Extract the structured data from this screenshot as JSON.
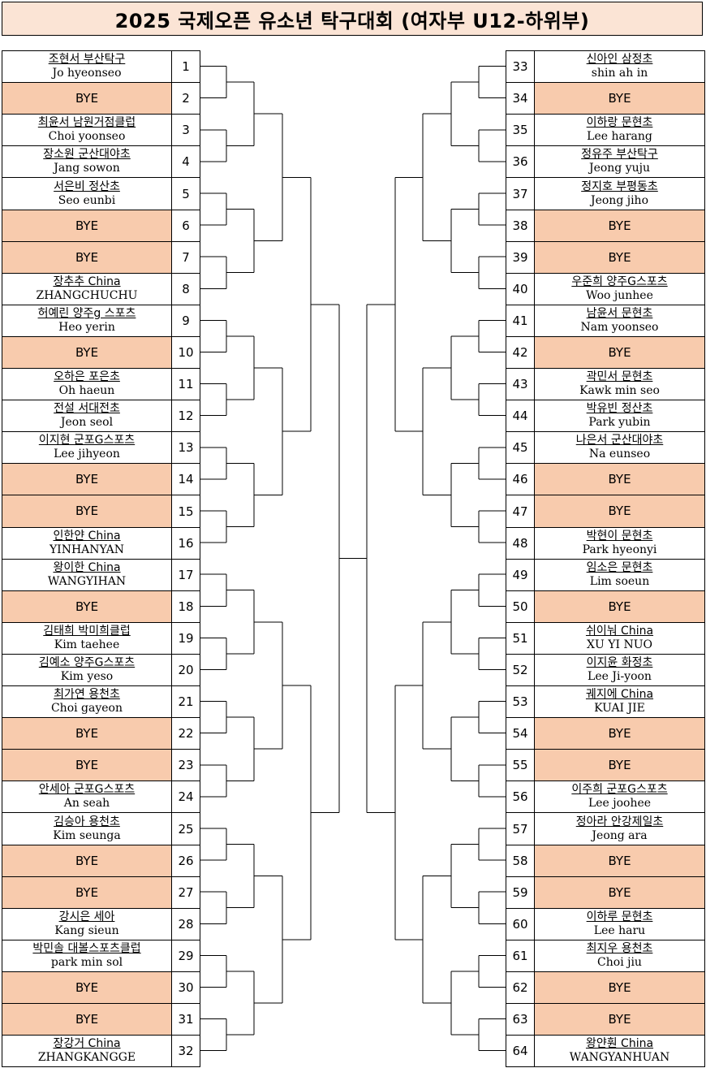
{
  "title": "2025 국제오픈 유소년 탁구대회 (여자부 U12-하위부)",
  "left_entries": [
    {
      "num": "1",
      "bye": false,
      "kr": "조현서 부산탁구",
      "en": "Jo hyeonseo"
    },
    {
      "num": "2",
      "bye": true,
      "label": "BYE"
    },
    {
      "num": "3",
      "bye": false,
      "kr": "최윤서  남원거점클럽",
      "en": "Choi yoonseo"
    },
    {
      "num": "4",
      "bye": false,
      "kr": "장소원  군산대야초",
      "en": "Jang sowon"
    },
    {
      "num": "5",
      "bye": false,
      "kr": "서은비 정산초",
      "en": "Seo eunbi"
    },
    {
      "num": "6",
      "bye": true,
      "label": "BYE"
    },
    {
      "num": "7",
      "bye": true,
      "label": "BYE"
    },
    {
      "num": "8",
      "bye": false,
      "kr": "장추추  China",
      "en": "ZHANGCHUCHU"
    },
    {
      "num": "9",
      "bye": false,
      "kr": "허예린 양주g 스포츠",
      "en": "Heo yerin"
    },
    {
      "num": "10",
      "bye": true,
      "label": "BYE"
    },
    {
      "num": "11",
      "bye": false,
      "kr": "오하은  포은초",
      "en": "Oh haeun"
    },
    {
      "num": "12",
      "bye": false,
      "kr": "전설  서대전초",
      "en": "Jeon seol"
    },
    {
      "num": "13",
      "bye": false,
      "kr": "이지현 군포G스포츠",
      "en": "Lee jihyeon"
    },
    {
      "num": "14",
      "bye": true,
      "label": "BYE"
    },
    {
      "num": "15",
      "bye": true,
      "label": "BYE"
    },
    {
      "num": "16",
      "bye": false,
      "kr": "인한얀 China",
      "en": "YINHANYAN"
    },
    {
      "num": "17",
      "bye": false,
      "kr": "왕이한 China",
      "en": "WANGYIHAN"
    },
    {
      "num": "18",
      "bye": true,
      "label": "BYE"
    },
    {
      "num": "19",
      "bye": false,
      "kr": "김태희 박미희클럽",
      "en": "Kim taehee"
    },
    {
      "num": "20",
      "bye": false,
      "kr": "김예소  양주G스포츠",
      "en": "Kim yeso"
    },
    {
      "num": "21",
      "bye": false,
      "kr": "최가연 용천초",
      "en": "Choi gayeon"
    },
    {
      "num": "22",
      "bye": true,
      "label": "BYE"
    },
    {
      "num": "23",
      "bye": true,
      "label": "BYE"
    },
    {
      "num": "24",
      "bye": false,
      "kr": "안세아  군포G스포츠",
      "en": "An seah"
    },
    {
      "num": "25",
      "bye": false,
      "kr": "김승아 용천초",
      "en": "Kim seunga"
    },
    {
      "num": "26",
      "bye": true,
      "label": "BYE"
    },
    {
      "num": "27",
      "bye": true,
      "label": "BYE"
    },
    {
      "num": "28",
      "bye": false,
      "kr": "강시은 세아",
      "en": "Kang sieun"
    },
    {
      "num": "29",
      "bye": false,
      "kr": "박민솔 대볼스포츠클럽",
      "en": "park min sol"
    },
    {
      "num": "30",
      "bye": true,
      "label": "BYE"
    },
    {
      "num": "31",
      "bye": true,
      "label": "BYE"
    },
    {
      "num": "32",
      "bye": false,
      "kr": "장강거 China",
      "en": "ZHANGKANGGE"
    }
  ],
  "right_entries": [
    {
      "num": "33",
      "bye": false,
      "kr": "신아인  삼정초",
      "en": "shin ah in"
    },
    {
      "num": "34",
      "bye": true,
      "label": "BYE"
    },
    {
      "num": "35",
      "bye": false,
      "kr": "이하랑  문현초",
      "en": "Lee harang"
    },
    {
      "num": "36",
      "bye": false,
      "kr": "정유주  부산탁구",
      "en": "Jeong yuju"
    },
    {
      "num": "37",
      "bye": false,
      "kr": "정지호  부평동초",
      "en": "Jeong jiho"
    },
    {
      "num": "38",
      "bye": true,
      "label": "BYE"
    },
    {
      "num": "39",
      "bye": true,
      "label": "BYE"
    },
    {
      "num": "40",
      "bye": false,
      "kr": "우준희 양주G스포츠",
      "en": "Woo junhee"
    },
    {
      "num": "41",
      "bye": false,
      "kr": "남윤서  문현초",
      "en": "Nam yoonseo"
    },
    {
      "num": "42",
      "bye": true,
      "label": "BYE"
    },
    {
      "num": "43",
      "bye": false,
      "kr": "곽민서  문현초",
      "en": "Kawk min seo"
    },
    {
      "num": "44",
      "bye": false,
      "kr": "박유빈 정산초",
      "en": "Park yubin"
    },
    {
      "num": "45",
      "bye": false,
      "kr": "나은서  군산대야초",
      "en": "Na eunseo"
    },
    {
      "num": "46",
      "bye": true,
      "label": "BYE"
    },
    {
      "num": "47",
      "bye": true,
      "label": "BYE"
    },
    {
      "num": "48",
      "bye": false,
      "kr": "박현이 문현초",
      "en": "Park hyeonyi"
    },
    {
      "num": "49",
      "bye": false,
      "kr": "임소은 문현초",
      "en": "Lim soeun"
    },
    {
      "num": "50",
      "bye": true,
      "label": "BYE"
    },
    {
      "num": "51",
      "bye": false,
      "kr": "쉬이눠 China",
      "en": "XU YI NUO"
    },
    {
      "num": "52",
      "bye": false,
      "kr": "이지윤 화정초",
      "en": "Lee Ji-yoon"
    },
    {
      "num": "53",
      "bye": false,
      "kr": "궤지에 China",
      "en": "KUAI JIE"
    },
    {
      "num": "54",
      "bye": true,
      "label": "BYE"
    },
    {
      "num": "55",
      "bye": true,
      "label": "BYE"
    },
    {
      "num": "56",
      "bye": false,
      "kr": "이주희 군포G스포츠",
      "en": "Lee joohee"
    },
    {
      "num": "57",
      "bye": false,
      "kr": "정아라 안강제일초",
      "en": "Jeong ara"
    },
    {
      "num": "58",
      "bye": true,
      "label": "BYE"
    },
    {
      "num": "59",
      "bye": true,
      "label": "BYE"
    },
    {
      "num": "60",
      "bye": false,
      "kr": "이하루 문현초",
      "en": "Lee haru"
    },
    {
      "num": "61",
      "bye": false,
      "kr": "최지우 용천초",
      "en": "Choi jiu"
    },
    {
      "num": "62",
      "bye": true,
      "label": "BYE"
    },
    {
      "num": "63",
      "bye": true,
      "label": "BYE"
    },
    {
      "num": "64",
      "bye": false,
      "kr": "왕얀훤 China",
      "en": "WANGYANHUAN"
    }
  ],
  "colors": {
    "bye_fill": "#f8cbad",
    "title_fill": "#fbe4d5",
    "line": "#000000"
  }
}
